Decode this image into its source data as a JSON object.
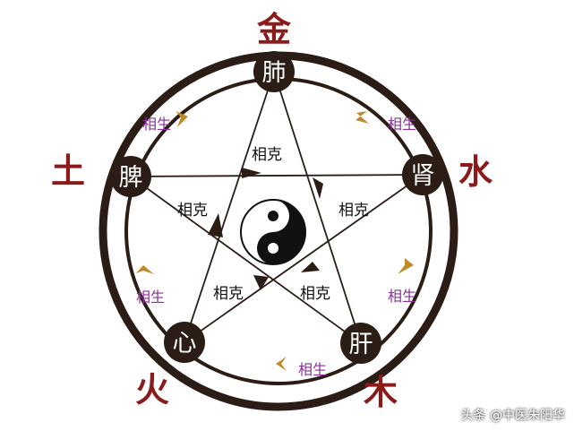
{
  "elements": {
    "metal": "金",
    "water": "水",
    "wood": "木",
    "fire": "火",
    "earth": "土"
  },
  "organs": {
    "lung": "肺",
    "kidney": "肾",
    "liver": "肝",
    "heart": "心",
    "spleen": "脾"
  },
  "labels": {
    "ke": "相克",
    "sheng": "相生"
  },
  "watermark": "头条 @中医朱阳华",
  "colors": {
    "ring": "#2b1d16",
    "node": "#2b1d16",
    "element_text": "#8b1a1a",
    "sheng_text": "#8b2f9b",
    "arrow_gold": "#c08a2a"
  }
}
